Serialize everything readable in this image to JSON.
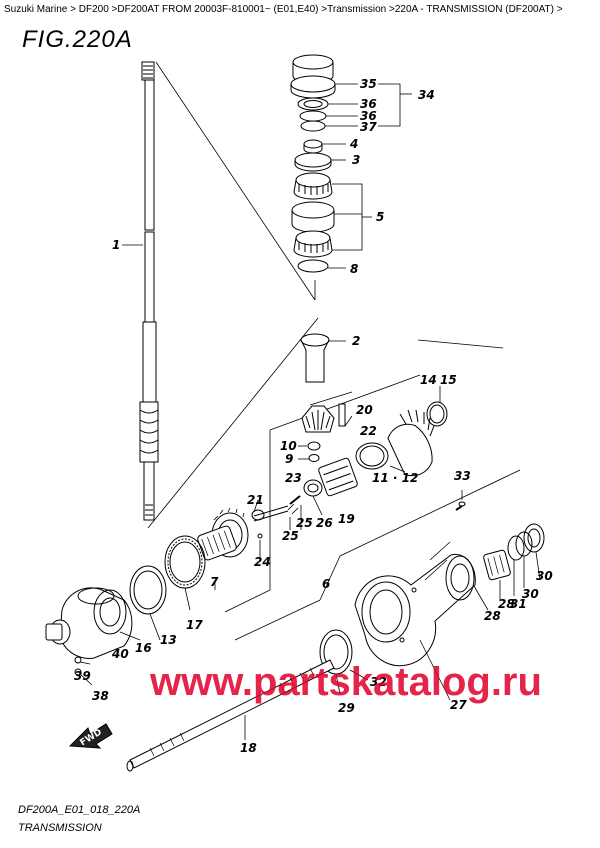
{
  "breadcrumb": "Suzuki Marine > DF200 >DF200AT FROM 20003F-810001~ (E01,E40) >Transmission >220A - TRANSMISSION (DF200AT) >",
  "figure_title": "FIG.220A",
  "watermark": "www.partskatalog.ru",
  "fwd_label": "FWD",
  "footer_code": "DF200A_E01_018_220A",
  "footer_title": "TRANSMISSION",
  "labels": {
    "p1": "1",
    "p2": "2",
    "p3": "3",
    "p4": "4",
    "p5": "5",
    "p6": "6",
    "p7": "7",
    "p8": "8",
    "p9": "9",
    "p10": "10",
    "p11_12": "11 · 12",
    "p13": "13",
    "p14": "14",
    "p15": "15",
    "p16": "16",
    "p17": "17",
    "p18": "18",
    "p19": "19",
    "p20": "20",
    "p21": "21",
    "p22": "22",
    "p23": "23",
    "p24": "24",
    "p25a": "25",
    "p25b": "25",
    "p26": "26",
    "p27": "27",
    "p28a": "28",
    "p28b": "28",
    "p29": "29",
    "p30a": "30",
    "p30b": "30",
    "p31": "31",
    "p32": "32",
    "p33": "33",
    "p34": "34",
    "p35": "35",
    "p36a": "36",
    "p36b": "36",
    "p37": "37",
    "p38": "38",
    "p39": "39",
    "p40": "40"
  }
}
